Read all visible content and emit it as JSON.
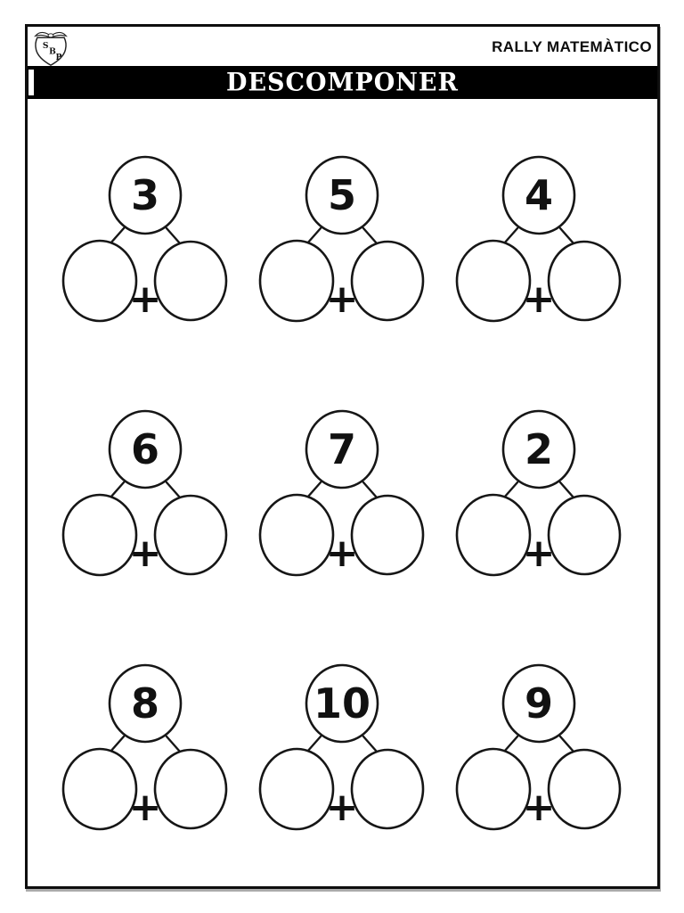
{
  "header": {
    "right_title": "RALLY MATEMÀTICO",
    "banner_title": "DESCOMPONER",
    "logo_letters": [
      "S",
      "B",
      "P"
    ]
  },
  "worksheet": {
    "plus_label": "+",
    "bonds": [
      {
        "value": "3"
      },
      {
        "value": "5"
      },
      {
        "value": "4"
      },
      {
        "value": "6"
      },
      {
        "value": "7"
      },
      {
        "value": "2"
      },
      {
        "value": "8"
      },
      {
        "value": "10"
      },
      {
        "value": "9"
      }
    ]
  },
  "colors": {
    "ink": "#161616",
    "banner_bg": "#000000",
    "banner_text": "#ffffff",
    "page_bg": "#ffffff"
  }
}
